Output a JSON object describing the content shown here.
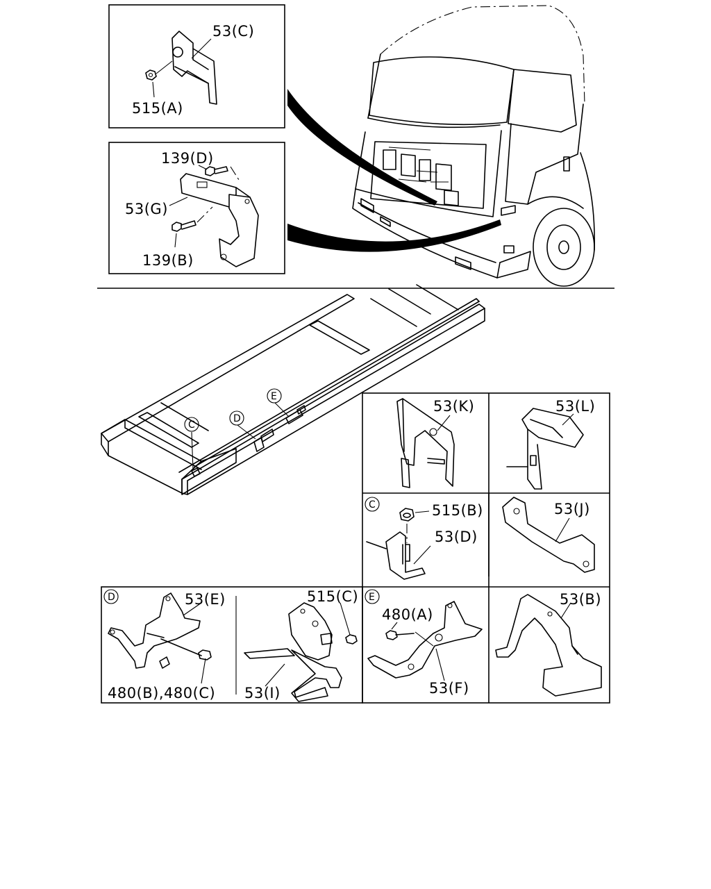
{
  "labels": {
    "c1_53C": "53(C)",
    "c1_515A": "515(A)",
    "c2_139D": "139(D)",
    "c2_53G": "53(G)",
    "c2_139B": "139(B)",
    "k_53K": "53(K)",
    "l_53L": "53(L)",
    "c_515B": "515(B)",
    "c_53D": "53(D)",
    "j_53J": "53(J)",
    "d_53E": "53(E)",
    "d_480": "480(B),480(C)",
    "i_515C": "515(C)",
    "i_53I": "53(I)",
    "e_480A": "480(A)",
    "e_53F": "53(F)",
    "b_53B": "53(B)"
  },
  "callouts": {
    "C": "C",
    "D": "D",
    "E": "E"
  }
}
